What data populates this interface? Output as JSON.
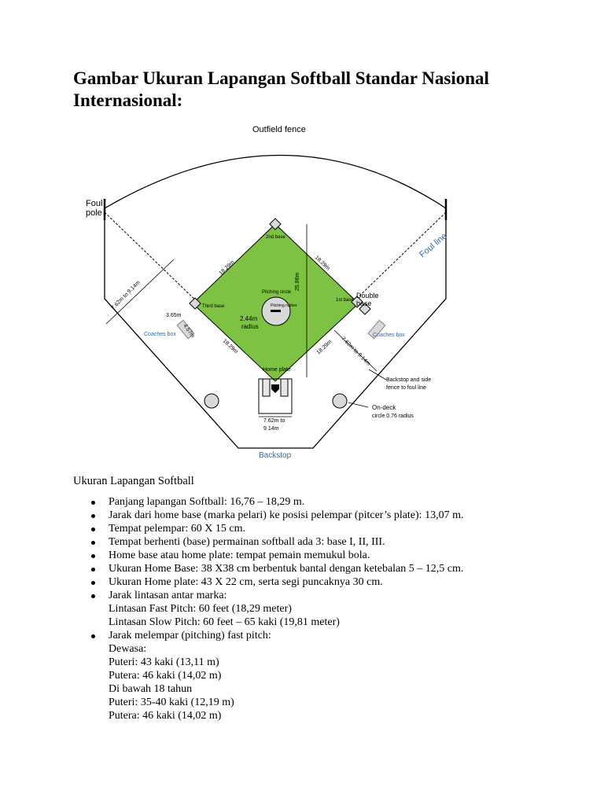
{
  "title": "Gambar Ukuran Lapangan Softball Standar Nasional Internasional:",
  "diagram": {
    "outfield_fence": "Outfield fence",
    "foul_pole": [
      "Foul",
      "pole"
    ],
    "foul_line": "Foul line",
    "second_base": "2nd base",
    "first_base": "1st base",
    "third_base": "Third base",
    "double_base": [
      "Double",
      "base"
    ],
    "pitching_circle": "Pitching circle",
    "pitching_rubber": "Pitching rubber",
    "radius": [
      "2.44m",
      "radius"
    ],
    "home_plate": "Home plate",
    "coaches_box_left": "Coaches box",
    "coaches_box_right": "Coaches box",
    "dist_3b_2b": "18.29m",
    "dist_2b_1b": "18.29m",
    "dist_3b_home": "18.29m",
    "dist_1b_home": "18.29m",
    "dist_home_2b": "25.86m",
    "dist_left_foul": "7.62m to 9.14m",
    "dist_right_foul": "7.62m to 9.14m",
    "dist_365": "3.65m",
    "dist_457": "4.57m",
    "backstop_side": [
      "Backstop and side",
      "fence to foul line"
    ],
    "on_deck": [
      "On-deck",
      "circle 0.76 radius"
    ],
    "home_dist": [
      "7.62m to",
      "9.14m"
    ],
    "backstop": "Backstop"
  },
  "subhead": "Ukuran Lapangan Softball",
  "facts": [
    [
      "Panjang lapangan Softball: 16,76 – 18,29 m."
    ],
    [
      "Jarak dari home base (marka pelari) ke posisi pelempar (pitcer’s plate): 13,07 m."
    ],
    [
      "Tempat pelempar: 60 X 15 cm."
    ],
    [
      "Tempat berhenti (base) permainan softball ada 3: base I, II, III."
    ],
    [
      "Home base atau home plate: tempat pemain memukul bola."
    ],
    [
      "Ukuran Home Base: 38 X38 cm berbentuk bantal dengan ketebalan 5 – 12,5 cm."
    ],
    [
      "Ukuran Home plate: 43 X 22 cm, serta segi puncaknya 30 cm."
    ],
    [
      "Jarak lintasan antar marka:",
      "Lintasan Fast Pitch: 60 feet (18,29 meter)",
      "Lintasan Slow Pitch: 60 feet – 65 kaki (19,81 meter)"
    ],
    [
      "Jarak melempar (pitching) fast pitch:",
      "Dewasa:",
      "Puteri: 43 kaki (13,11 m)",
      "Putera: 46 kaki (14,02 m)",
      "Di bawah 18 tahun",
      "Puteri: 35-40 kaki (12,19 m)",
      "Putera: 46 kaki (14,02 m)"
    ]
  ],
  "colors": {
    "infield": "#7dc242",
    "label_blue": "#2b6cb0"
  }
}
